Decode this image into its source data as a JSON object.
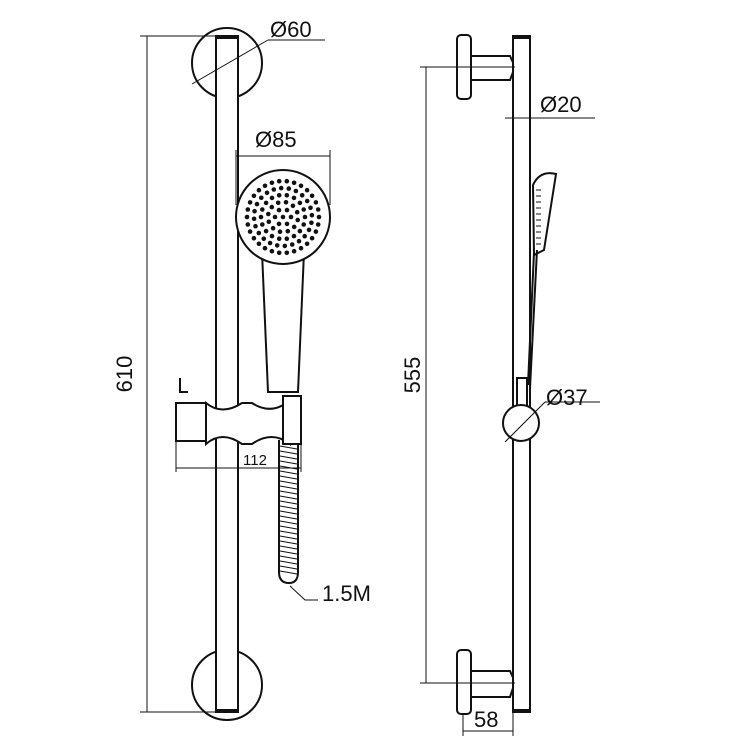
{
  "front_view": {
    "dims": {
      "wall_plate_diameter": "Ø60",
      "head_diameter": "Ø85",
      "total_length": "610",
      "slider_width": "112",
      "hose_length": "1.5M"
    }
  },
  "side_view": {
    "dims": {
      "rail_diameter": "Ø20",
      "bracket_spacing": "555",
      "knob_diameter": "Ø37",
      "projection": "58"
    }
  }
}
